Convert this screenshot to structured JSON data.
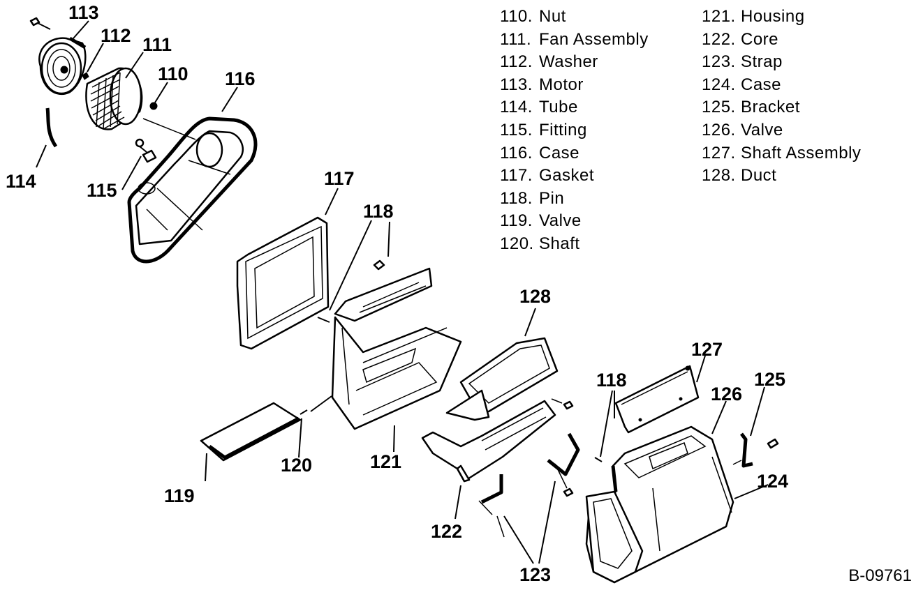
{
  "legend": {
    "left": [
      {
        "num": "110.",
        "name": "Nut"
      },
      {
        "num": "111.",
        "name": "Fan Assembly"
      },
      {
        "num": "112.",
        "name": "Washer"
      },
      {
        "num": "113.",
        "name": "Motor"
      },
      {
        "num": "114.",
        "name": "Tube"
      },
      {
        "num": "115.",
        "name": "Fitting"
      },
      {
        "num": "116.",
        "name": "Case"
      },
      {
        "num": "117.",
        "name": "Gasket"
      },
      {
        "num": "118.",
        "name": "Pin"
      },
      {
        "num": "119.",
        "name": "Valve"
      },
      {
        "num": "120.",
        "name": "Shaft"
      }
    ],
    "right": [
      {
        "num": "121.",
        "name": "Housing"
      },
      {
        "num": "122.",
        "name": "Core"
      },
      {
        "num": "123.",
        "name": "Strap"
      },
      {
        "num": "124.",
        "name": "Case"
      },
      {
        "num": "125.",
        "name": "Bracket"
      },
      {
        "num": "126.",
        "name": "Valve"
      },
      {
        "num": "127.",
        "name": "Shaft Assembly"
      },
      {
        "num": "128.",
        "name": "Duct"
      }
    ]
  },
  "callouts": {
    "c113": "113",
    "c112": "112",
    "c111": "111",
    "c110": "110",
    "c116": "116",
    "c114": "114",
    "c115": "115",
    "c117": "117",
    "c118a": "118",
    "c128": "128",
    "c127": "127",
    "c118b": "118",
    "c125": "125",
    "c126": "126",
    "c124": "124",
    "c119": "119",
    "c120": "120",
    "c121": "121",
    "c122": "122",
    "c123": "123"
  },
  "reference_code": "B-09761"
}
